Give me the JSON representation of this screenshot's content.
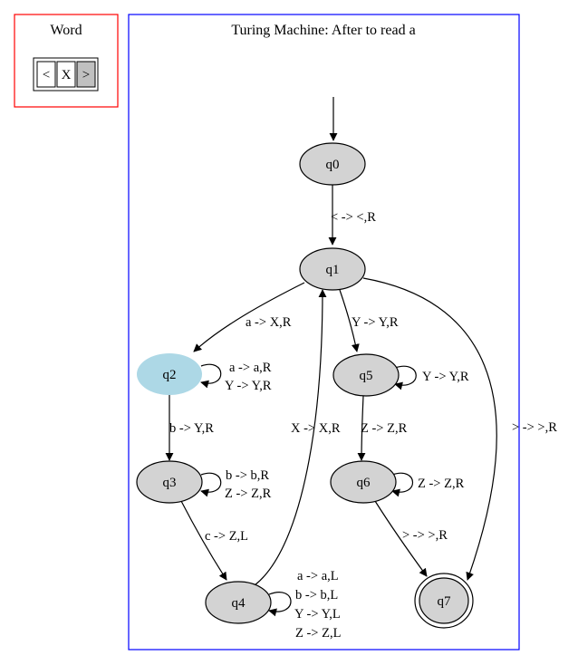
{
  "word_panel": {
    "title": "Word",
    "tape": [
      "<",
      "X",
      ">"
    ],
    "head_index": 2,
    "border_color": "#ff0000",
    "head_fill": "#c0c0c0"
  },
  "machine_panel": {
    "title": "Turing Machine: After to read a",
    "border_color": "#0000ff"
  },
  "colors": {
    "node_fill": "#d3d3d3",
    "current_state_fill": "#add8e6",
    "stroke": "#000000"
  },
  "states": [
    {
      "id": "q0",
      "label": "q0",
      "current": false,
      "final": false
    },
    {
      "id": "q1",
      "label": "q1",
      "current": false,
      "final": false
    },
    {
      "id": "q2",
      "label": "q2",
      "current": true,
      "final": false
    },
    {
      "id": "q3",
      "label": "q3",
      "current": false,
      "final": false
    },
    {
      "id": "q4",
      "label": "q4",
      "current": false,
      "final": false
    },
    {
      "id": "q5",
      "label": "q5",
      "current": false,
      "final": false
    },
    {
      "id": "q6",
      "label": "q6",
      "current": false,
      "final": false
    },
    {
      "id": "q7",
      "label": "q7",
      "current": false,
      "final": true
    }
  ],
  "start_state": "q0",
  "transitions": [
    {
      "from": "q0",
      "to": "q1",
      "labels": [
        "< -> <,R"
      ]
    },
    {
      "from": "q1",
      "to": "q2",
      "labels": [
        "a -> X,R"
      ]
    },
    {
      "from": "q1",
      "to": "q5",
      "labels": [
        "Y -> Y,R"
      ]
    },
    {
      "from": "q1",
      "to": "q7",
      "labels": [
        "> -> >,R"
      ]
    },
    {
      "from": "q2",
      "to": "q2",
      "labels": [
        "a -> a,R",
        "Y -> Y,R"
      ]
    },
    {
      "from": "q2",
      "to": "q3",
      "labels": [
        "b -> Y,R"
      ]
    },
    {
      "from": "q3",
      "to": "q3",
      "labels": [
        "b -> b,R",
        "Z -> Z,R"
      ]
    },
    {
      "from": "q3",
      "to": "q4",
      "labels": [
        "c -> Z,L"
      ]
    },
    {
      "from": "q4",
      "to": "q4",
      "labels": [
        "a -> a,L",
        "b -> b,L",
        "Y -> Y,L",
        "Z -> Z,L"
      ]
    },
    {
      "from": "q4",
      "to": "q1",
      "labels": [
        "X -> X,R"
      ]
    },
    {
      "from": "q5",
      "to": "q5",
      "labels": [
        "Y -> Y,R"
      ]
    },
    {
      "from": "q5",
      "to": "q6",
      "labels": [
        "Z -> Z,R"
      ]
    },
    {
      "from": "q6",
      "to": "q6",
      "labels": [
        "Z -> Z,R"
      ]
    },
    {
      "from": "q6",
      "to": "q7",
      "labels": [
        "> -> >,R"
      ]
    }
  ]
}
